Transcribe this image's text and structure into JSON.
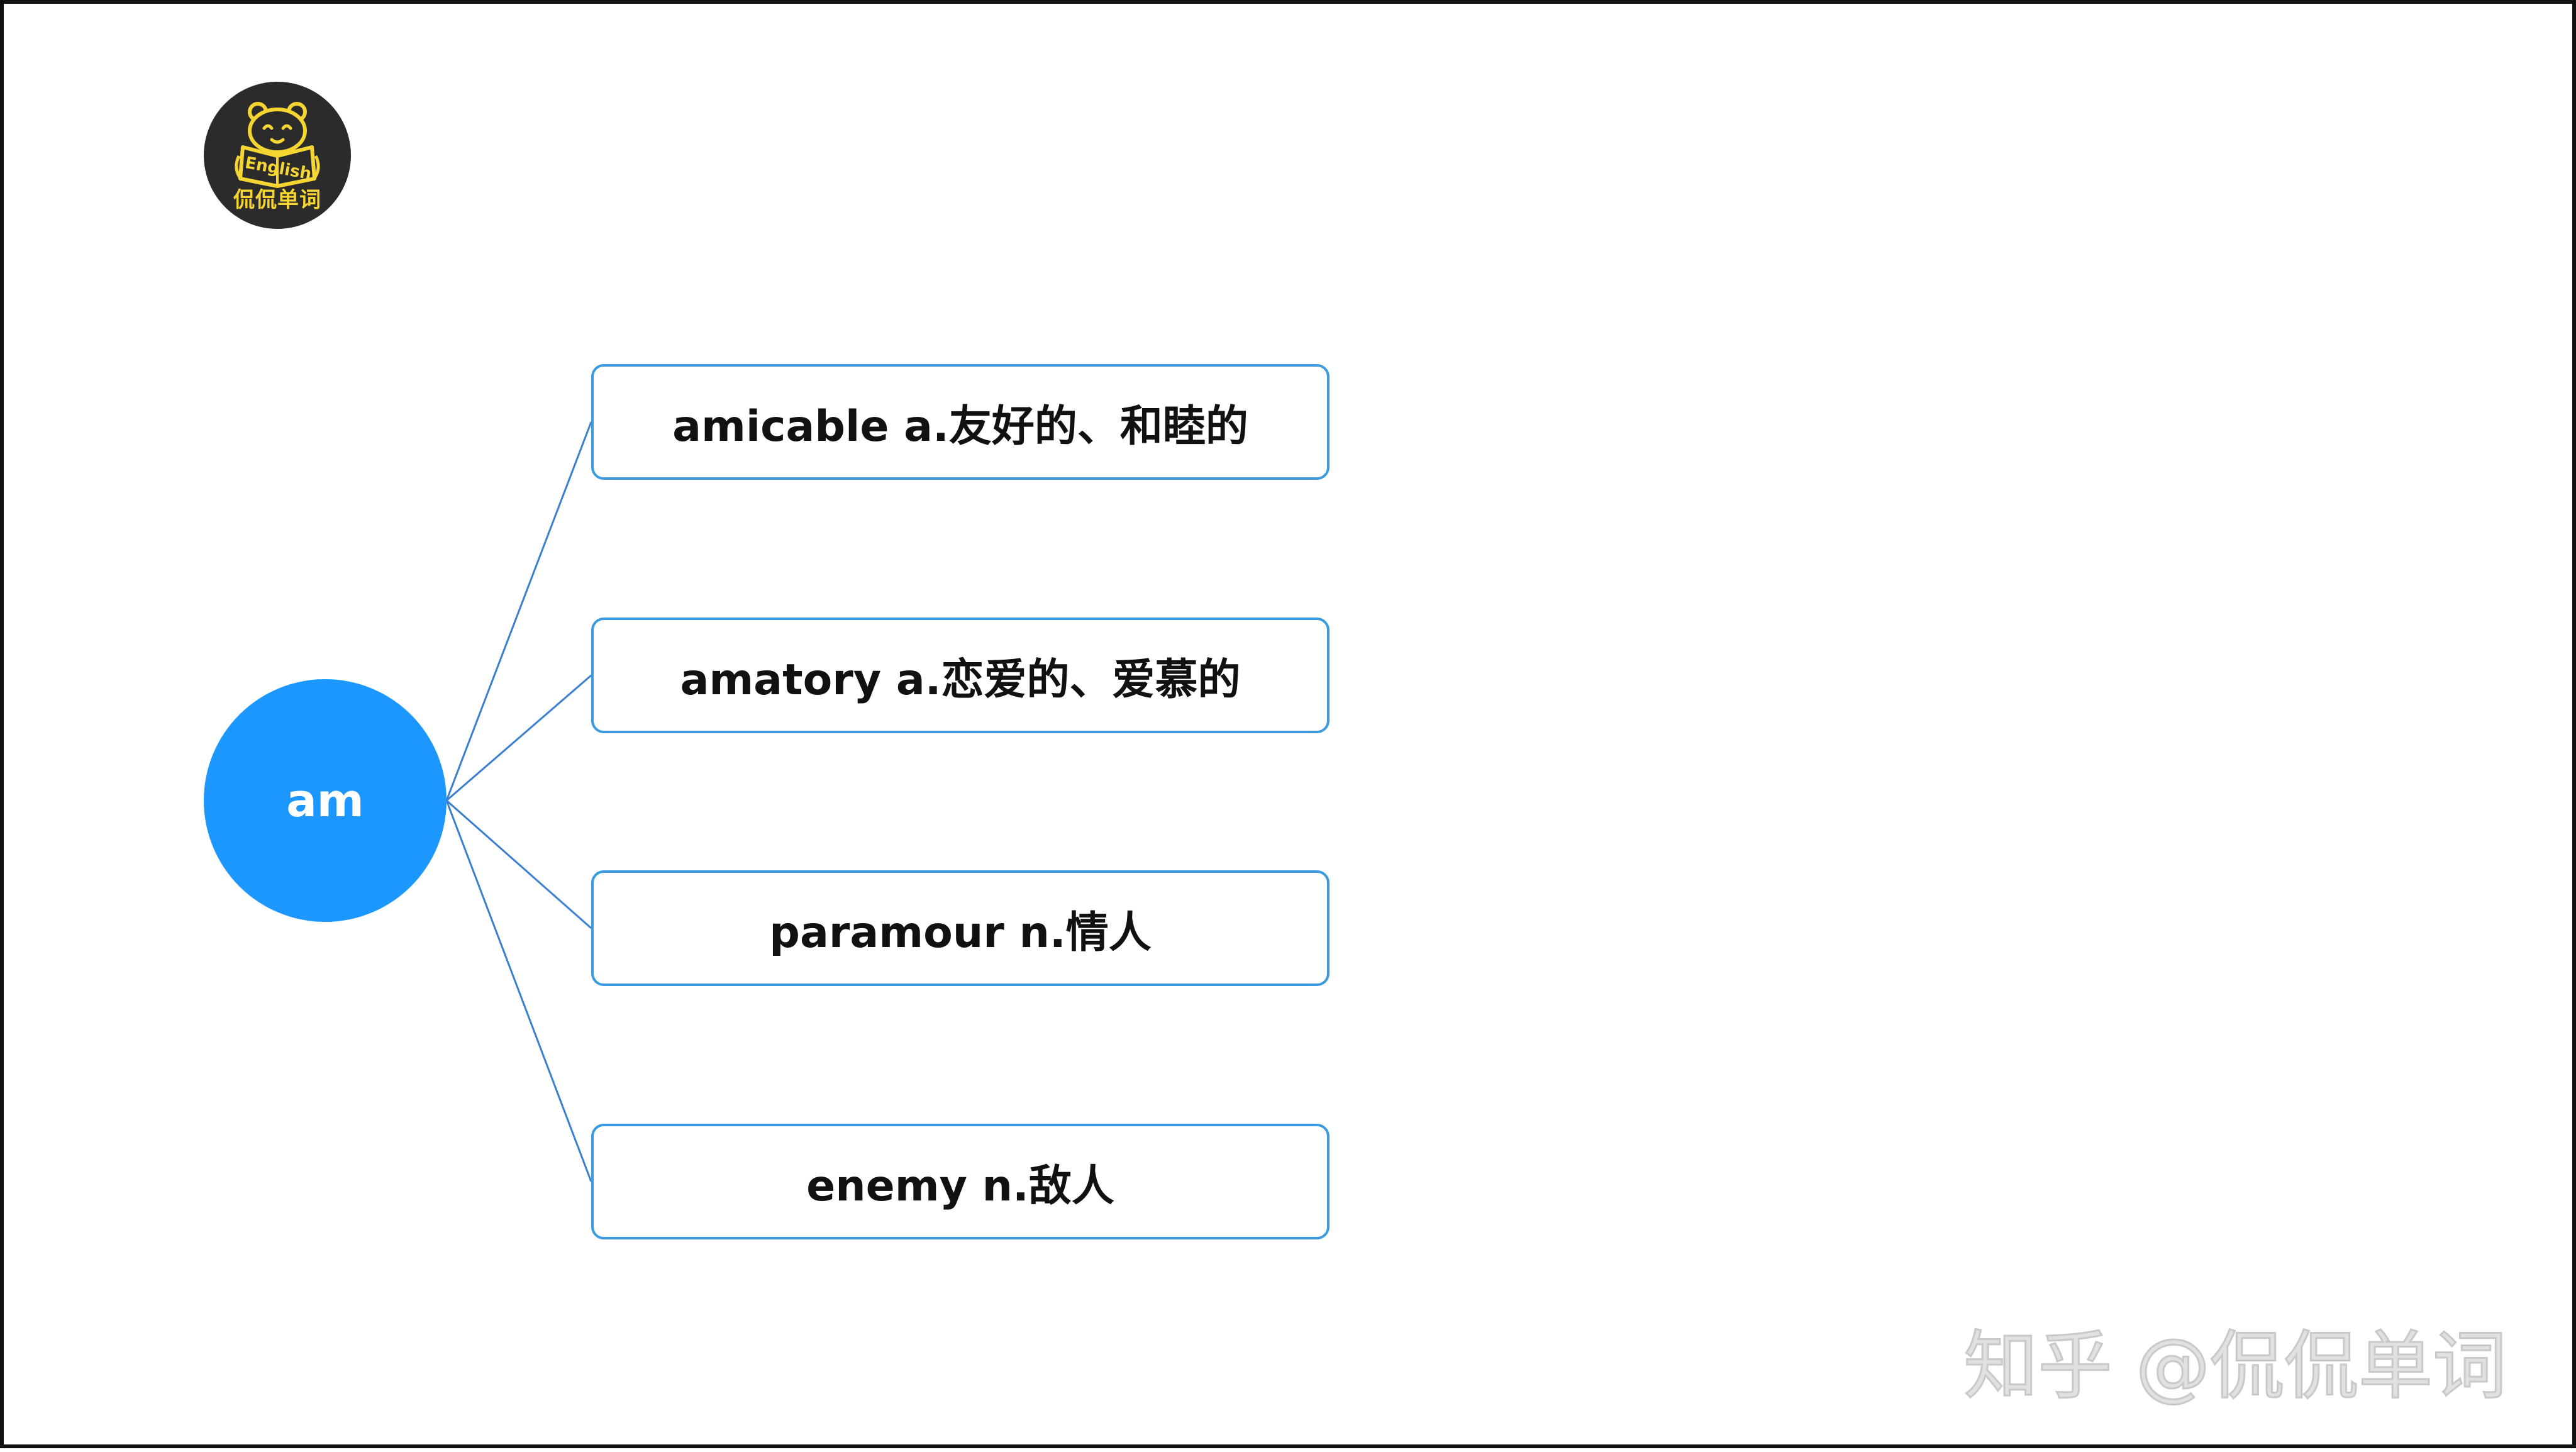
{
  "logo": {
    "icon": "panda-reading-book-icon",
    "book_text": "English",
    "caption": "侃侃单词",
    "colors": {
      "background": "#2b2b2b",
      "accent": "#f5d531"
    }
  },
  "mindmap": {
    "root": {
      "label": "am",
      "color": "#1c97ff"
    },
    "branches": [
      {
        "label": "amicable a.友好的、和睦的"
      },
      {
        "label": "amatory a.恋爱的、爱慕的"
      },
      {
        "label": "paramour n.情人"
      },
      {
        "label": "enemy n.敌人"
      }
    ],
    "border_color": "#3a9be0",
    "connector_color": "#3b7fd0"
  },
  "watermark": {
    "text": "知乎 @侃侃单词"
  }
}
